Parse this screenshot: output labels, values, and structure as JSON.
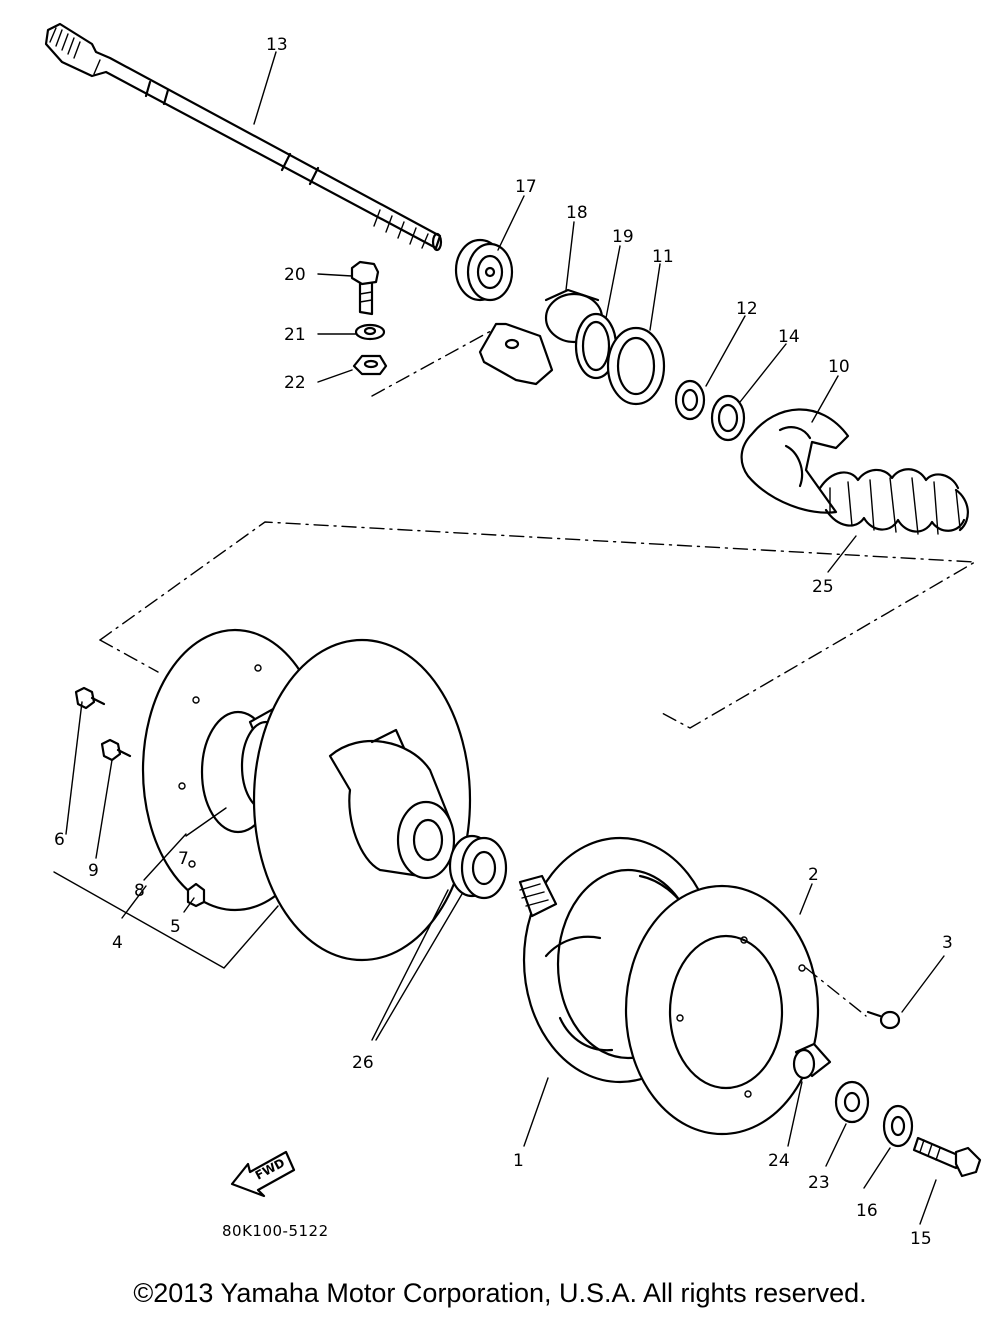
{
  "diagram": {
    "part_numbers": [
      "1",
      "2",
      "3",
      "4",
      "5",
      "6",
      "7",
      "8",
      "9",
      "10",
      "11",
      "12",
      "13",
      "14",
      "15",
      "16",
      "17",
      "18",
      "19",
      "20",
      "21",
      "22",
      "23",
      "24",
      "25",
      "26"
    ],
    "fwd_label": "FWD",
    "diagram_code": "80K100-5122"
  },
  "footer": {
    "copyright": "©2013 Yamaha Motor Corporation, U.S.A. All rights reserved."
  }
}
